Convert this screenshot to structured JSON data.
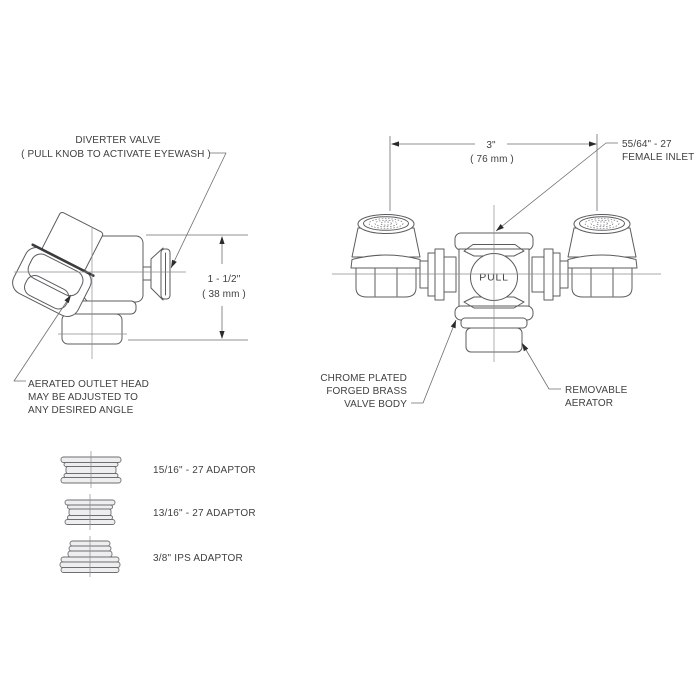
{
  "side_view": {
    "callout_diverter": {
      "line1": "DIVERTER VALVE",
      "line2": "( PULL KNOB TO ACTIVATE EYEWASH )"
    },
    "callout_outlet": {
      "line1": "AERATED OUTLET HEAD",
      "line2": "MAY BE ADJUSTED TO",
      "line3": "ANY DESIRED ANGLE"
    },
    "dimension_height": {
      "imperial": "1 - 1/2\"",
      "metric": "( 38 mm )"
    }
  },
  "front_view": {
    "knob_label": "PULL",
    "dimension_width": {
      "imperial": "3\"",
      "metric": "( 76 mm )"
    },
    "callout_inlet": {
      "line1": "55/64\" - 27",
      "line2": "FEMALE INLET"
    },
    "callout_body": {
      "line1": "CHROME PLATED",
      "line2": "FORGED BRASS",
      "line3": "VALVE BODY"
    },
    "callout_aerator": {
      "line1": "REMOVABLE",
      "line2": "AERATOR"
    }
  },
  "adaptors": {
    "item1_label": "15/16\" - 27 ADAPTOR",
    "item2_label": "13/16\" - 27 ADAPTOR",
    "item3_label": "3/8\" IPS ADAPTOR"
  },
  "colors": {
    "background": "#ffffff",
    "line": "#5b5c5e",
    "centerline": "#8d8e91",
    "dimension": "#6d6e71",
    "text": "#414042",
    "arrow": "#2b2b2d",
    "thick_edge": "#3b3b3d",
    "mesh_line": "#85868a",
    "adaptor_fill": "#eeeeef"
  }
}
